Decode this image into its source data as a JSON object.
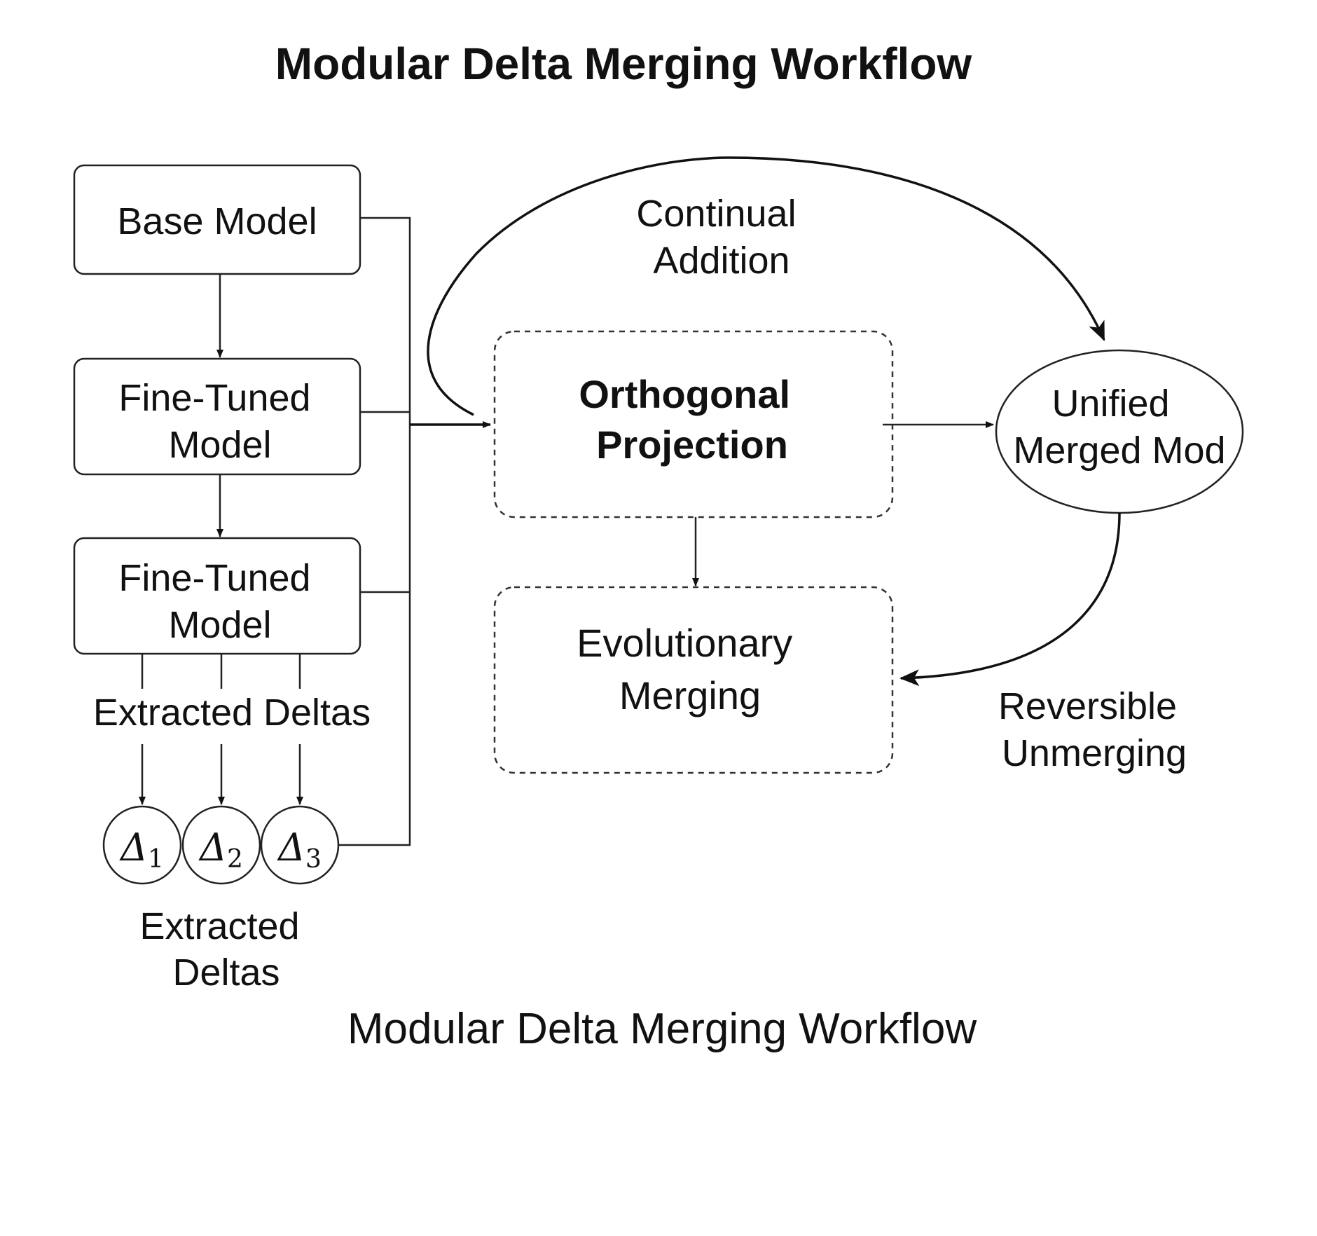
{
  "title": "Modular Delta Merging Workflow",
  "caption": "Modular Delta Merging Workflow",
  "nodes": {
    "base_model": "Base Model",
    "fine_tuned_1": [
      "Fine-Tuned",
      "Model"
    ],
    "fine_tuned_2": [
      "Fine-Tuned",
      "Model"
    ],
    "orthogonal_projection": [
      "Orthogonal",
      "Projection"
    ],
    "evolutionary_merging": [
      "Evolutionary",
      "Merging"
    ],
    "unified_merged_model": [
      "Unified",
      "Merged Mod"
    ]
  },
  "deltas": [
    {
      "symbol": "Δ",
      "subscript": "1"
    },
    {
      "symbol": "Δ",
      "subscript": "2"
    },
    {
      "symbol": "Δ",
      "subscript": "3"
    }
  ],
  "labels": {
    "extracted_deltas_top": "Extracted Deltas",
    "extracted_deltas_bottom": [
      "Extracted",
      "Deltas"
    ],
    "continual_addition": [
      "Continual",
      "Addition"
    ],
    "reversible_unmerging": [
      "Reversible",
      "Unmerging"
    ]
  }
}
